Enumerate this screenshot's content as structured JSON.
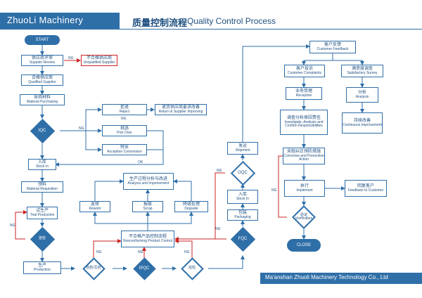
{
  "header": {
    "brand": "ZhuoLi Machinery",
    "title_cn": "质量控制流程",
    "title_en": "Quality Control Process"
  },
  "footer": {
    "company": "Ma'anshan Zhuoli Machinery Technology Co., Ltd"
  },
  "colors": {
    "primary": "#2f6fa8",
    "text": "#1e4f80",
    "reject_line": "#cc2222"
  },
  "nodes": {
    "start": "START",
    "supplier_review": {
      "cn": "供应商评审",
      "en": "Supplier Review"
    },
    "unqualified": {
      "cn": "不合格供应商",
      "en": "Unqualified Supplier"
    },
    "qualified": {
      "cn": "合格供应商",
      "en": "Qualified Supplier"
    },
    "purchasing": {
      "cn": "采购材料",
      "en": "Material Purchasing"
    },
    "iqc": "IQC",
    "reject": {
      "cn": "拒退",
      "en": "Reject"
    },
    "return_improve": {
      "cn": "退货供应商要求改善",
      "en": "Return & Supplier Improving"
    },
    "pick_over": {
      "cn": "挑选",
      "en": "Pick Over"
    },
    "acceptance": {
      "cn": "特采",
      "en": "Acception Concession"
    },
    "stock_in_1": {
      "cn": "入库",
      "en": "Stock In"
    },
    "requisition": {
      "cn": "领料",
      "en": "Material Requisition"
    },
    "trial": {
      "cn": "试生产",
      "en": "Trial Production"
    },
    "first": "首检",
    "production": {
      "cn": "生产",
      "en": "Production"
    },
    "self_check": "自检/互检",
    "ipqc": "IPQC",
    "patrol": "巡检",
    "analysis": {
      "cn": "生产过程分析与改进",
      "en": "Analysis and Improvement"
    },
    "rework": {
      "cn": "返修",
      "en": "Rework"
    },
    "scrap": {
      "cn": "报废",
      "en": "Scrap"
    },
    "degrade": {
      "cn": "降级处理",
      "en": "Degrade"
    },
    "nonconforming": {
      "cn": "不合格产品控制流程",
      "en": "Nonconforming Product Control"
    },
    "fqc": "FQC",
    "packaging": {
      "cn": "包装",
      "en": "Packaging"
    },
    "stock_in_2": {
      "cn": "入库",
      "en": "Stock In"
    },
    "oqc": "OQC",
    "shipment": {
      "cn": "发运",
      "en": "Shipment"
    },
    "feedback": {
      "cn": "客户反馈",
      "en": "Customer Feedback"
    },
    "complaints": {
      "cn": "客户投诉",
      "en": "Customer Complaints"
    },
    "survey": {
      "cn": "满意度调查",
      "en": "Satisfactory Survey"
    },
    "reception": {
      "cn": "业务受理",
      "en": "Reception"
    },
    "investigate": {
      "cn": "调查分析原因责任",
      "en": "Investigate, Analysis and Confirm Responsibilities"
    },
    "s_analysis": {
      "cn": "分析",
      "en": "Analysis"
    },
    "continuous": {
      "cn": "持续改善",
      "en": "Continuous Improvement"
    },
    "corrective": {
      "cn": "采取纠正预防措施",
      "en": "Corrective and Preventive Action"
    },
    "implement": {
      "cn": "执行",
      "en": "Implement"
    },
    "feedback_customer": {
      "cn": "回复客户",
      "en": "Feedback to Customer"
    },
    "verification": "验证",
    "verification_en": "Verification",
    "close": "CLOSE"
  },
  "edge_labels": {
    "ng": "NG",
    "ok": "OK"
  }
}
